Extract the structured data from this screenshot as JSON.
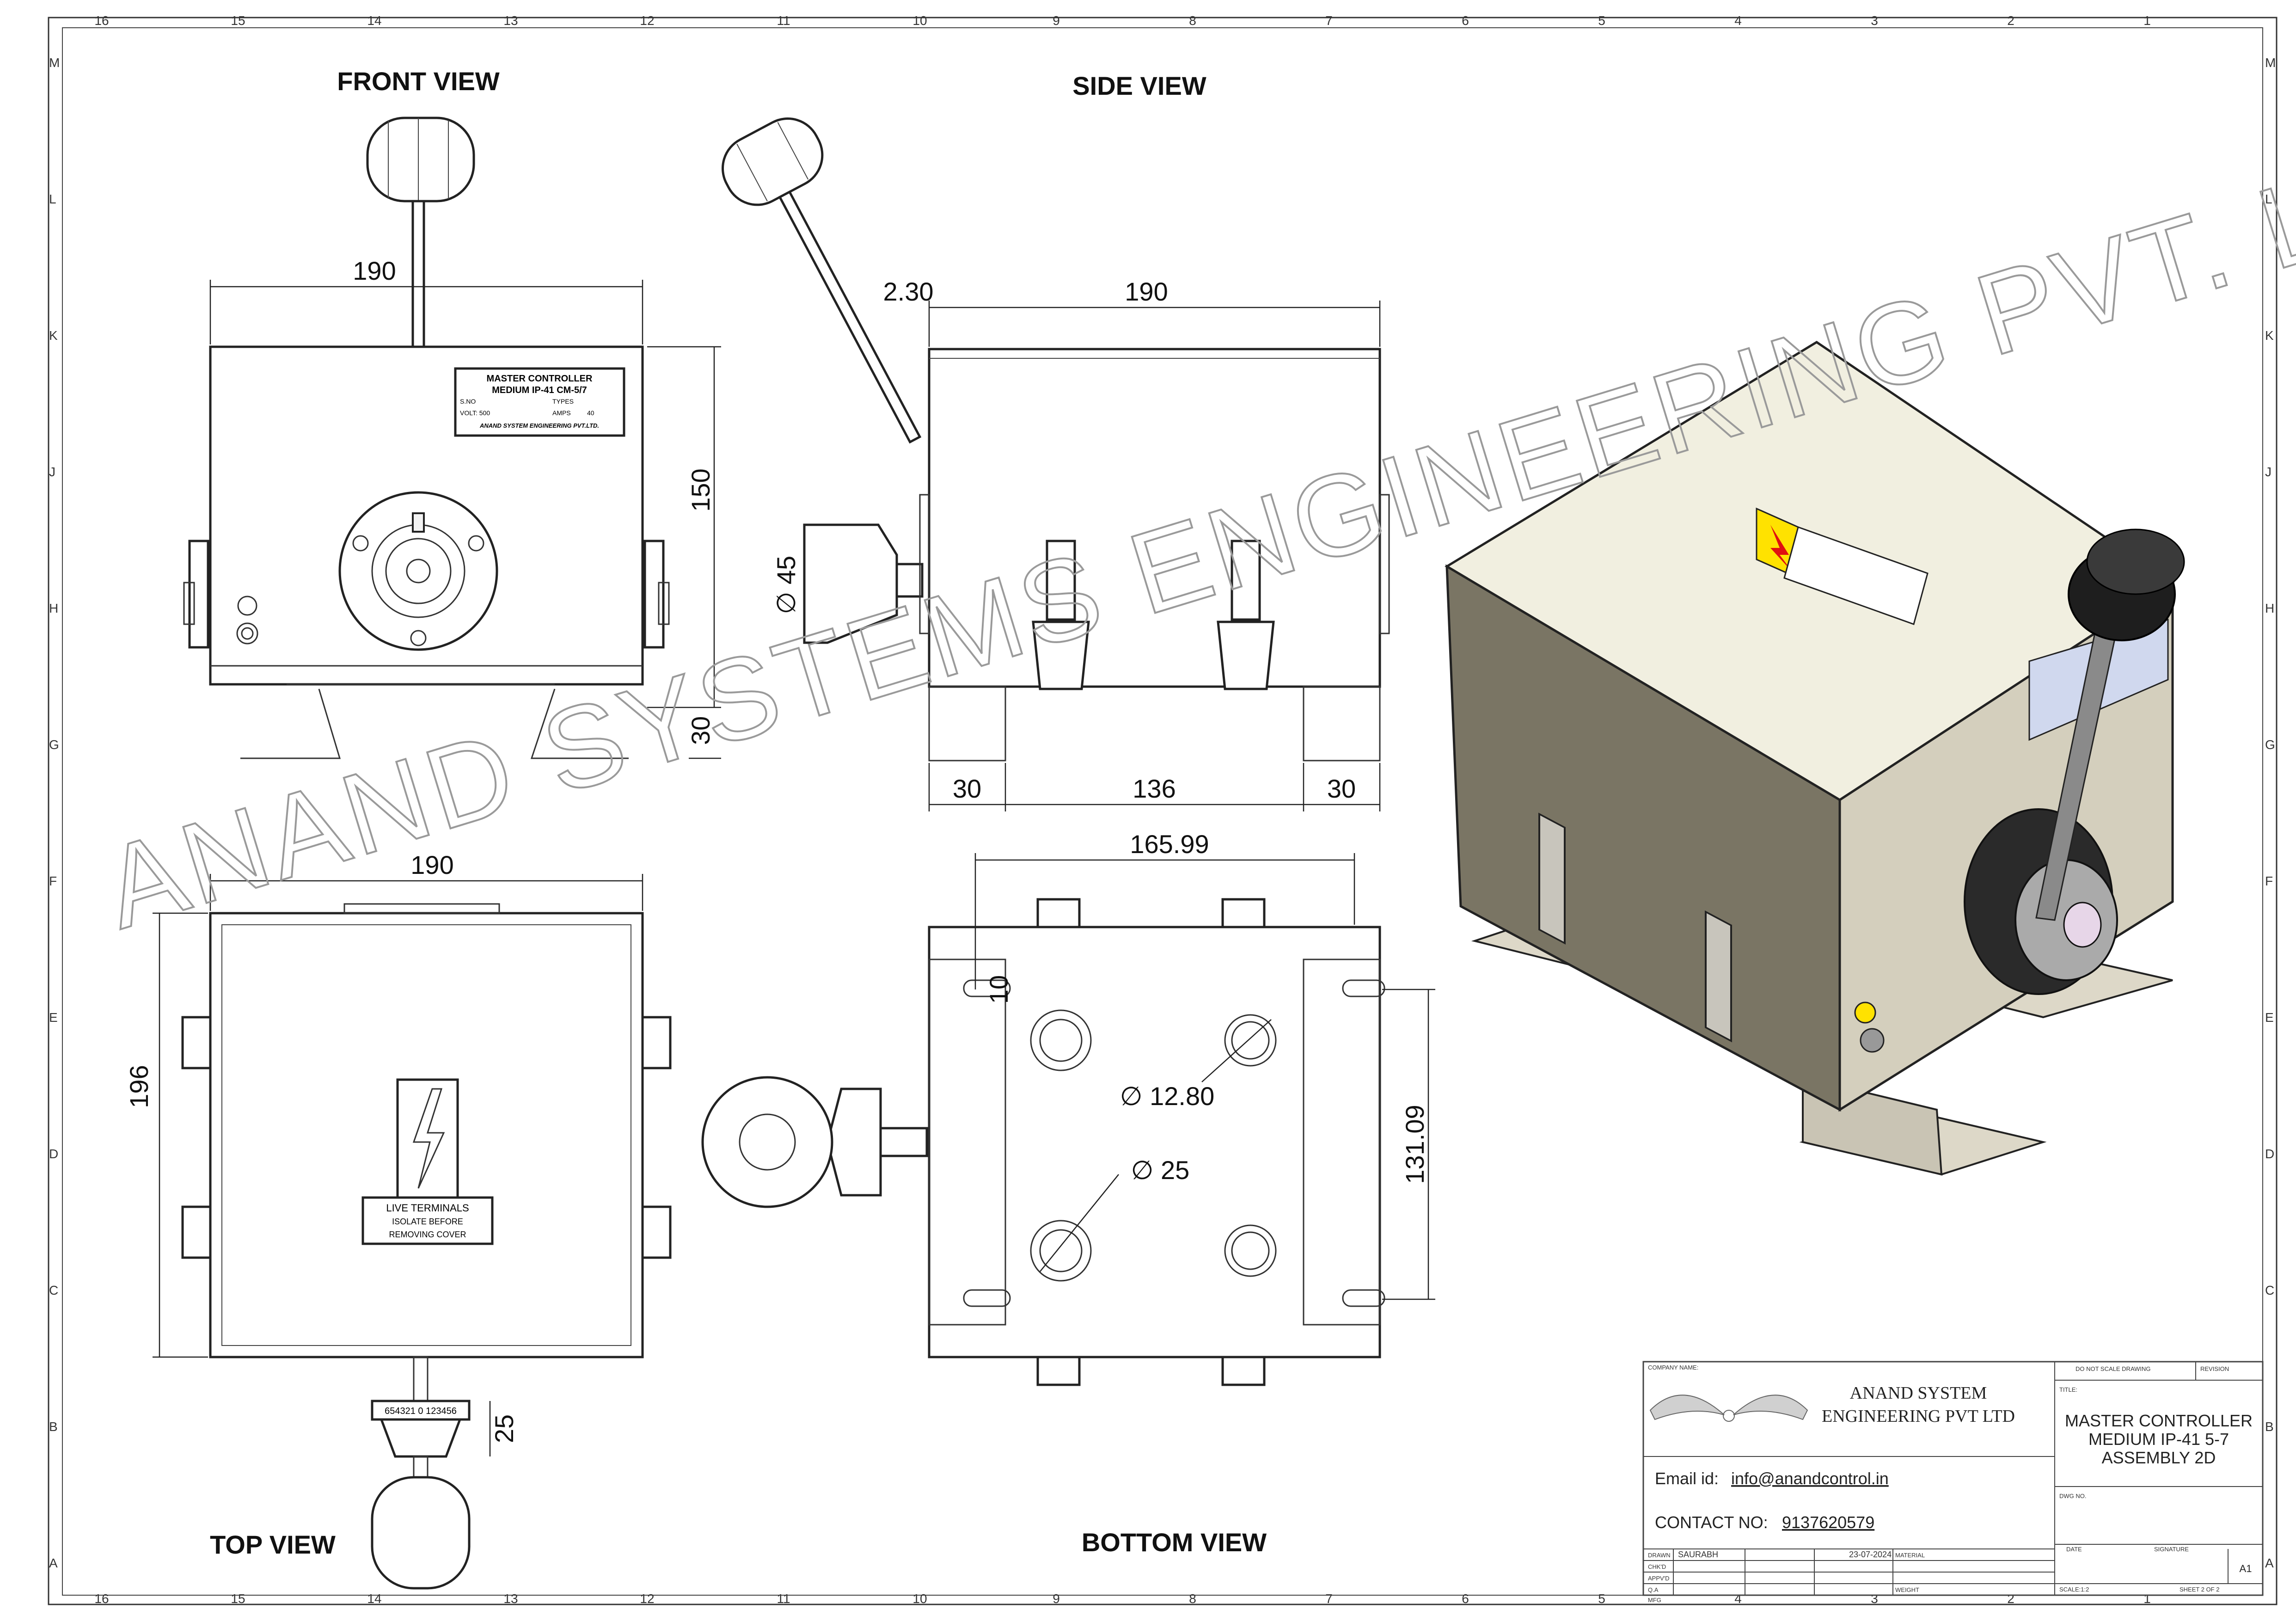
{
  "watermark": "ANAND SYSTEMS ENGINEERING PVT. LTD.",
  "border": {
    "columns": [
      "16",
      "15",
      "14",
      "13",
      "12",
      "11",
      "10",
      "9",
      "8",
      "7",
      "6",
      "5",
      "4",
      "3",
      "2",
      "1"
    ],
    "rows": [
      "M",
      "L",
      "K",
      "J",
      "H",
      "G",
      "F",
      "E",
      "D",
      "C",
      "B",
      "A"
    ]
  },
  "views": {
    "front": "FRONT VIEW",
    "side": "SIDE VIEW",
    "top": "TOP VIEW",
    "bottom": "BOTTOM VIEW"
  },
  "nameplate": {
    "line1": "MASTER CONTROLLER",
    "line2": "MEDIUM IP-41 CM-5/7",
    "sno": "S.NO",
    "types": "TYPES",
    "volt": "VOLT: 500",
    "amps": "AMPS",
    "amps_val": "40",
    "maker": "ANAND SYSTEM ENGINEERING PVT.LTD."
  },
  "warning_label": {
    "line1": "LIVE TERMINALS",
    "line2": "ISOLATE BEFORE",
    "line3": "REMOVING COVER"
  },
  "switch_marking": "654321 0 123456",
  "dimensions": {
    "front_width": "190",
    "front_height": "150",
    "front_base": "30",
    "side_offset": "2.30",
    "side_width": "190",
    "side_dia": "∅ 45",
    "side_left": "30",
    "side_mid": "136",
    "side_right": "30",
    "top_width": "190",
    "top_height": "196",
    "top_handle": "25",
    "bottom_width": "165.99",
    "bottom_slot": "10",
    "bottom_hole_small": "∅ 12.80",
    "bottom_hole_large": "∅ 25",
    "bottom_height": "131.09"
  },
  "title_block": {
    "company_name_label": "COMPANY NAME:",
    "company_line1": "ANAND SYSTEM",
    "company_line2": "ENGINEERING PVT LTD",
    "email_label": "Email id:",
    "email": "info@anandcontrol.in",
    "contact_label": "CONTACT NO:",
    "contact": "9137620579",
    "do_not_scale": "DO NOT SCALE DRAWING",
    "revision": "REVISION",
    "title_label": "TITLE:",
    "title_line1": "MASTER CONTROLLER",
    "title_line2": "MEDIUM IP-41 5-7",
    "title_line3": "ASSEMBLY 2D",
    "dwg_no": "DWG NO.",
    "sheet_size": "A1",
    "drawn": "DRAWN",
    "drawn_by": "SAURABH",
    "drawn_date": "23-07-2024",
    "material": "MATERIAL",
    "chkd": "CHK'D",
    "appvd": "APPV'D",
    "qa": "Q.A",
    "mfg": "MFG",
    "weight": "WEIGHT",
    "date": "DATE",
    "signature": "SIGNATURE",
    "scale": "SCALE:1:2",
    "sheet": "SHEET 2 OF 2"
  }
}
